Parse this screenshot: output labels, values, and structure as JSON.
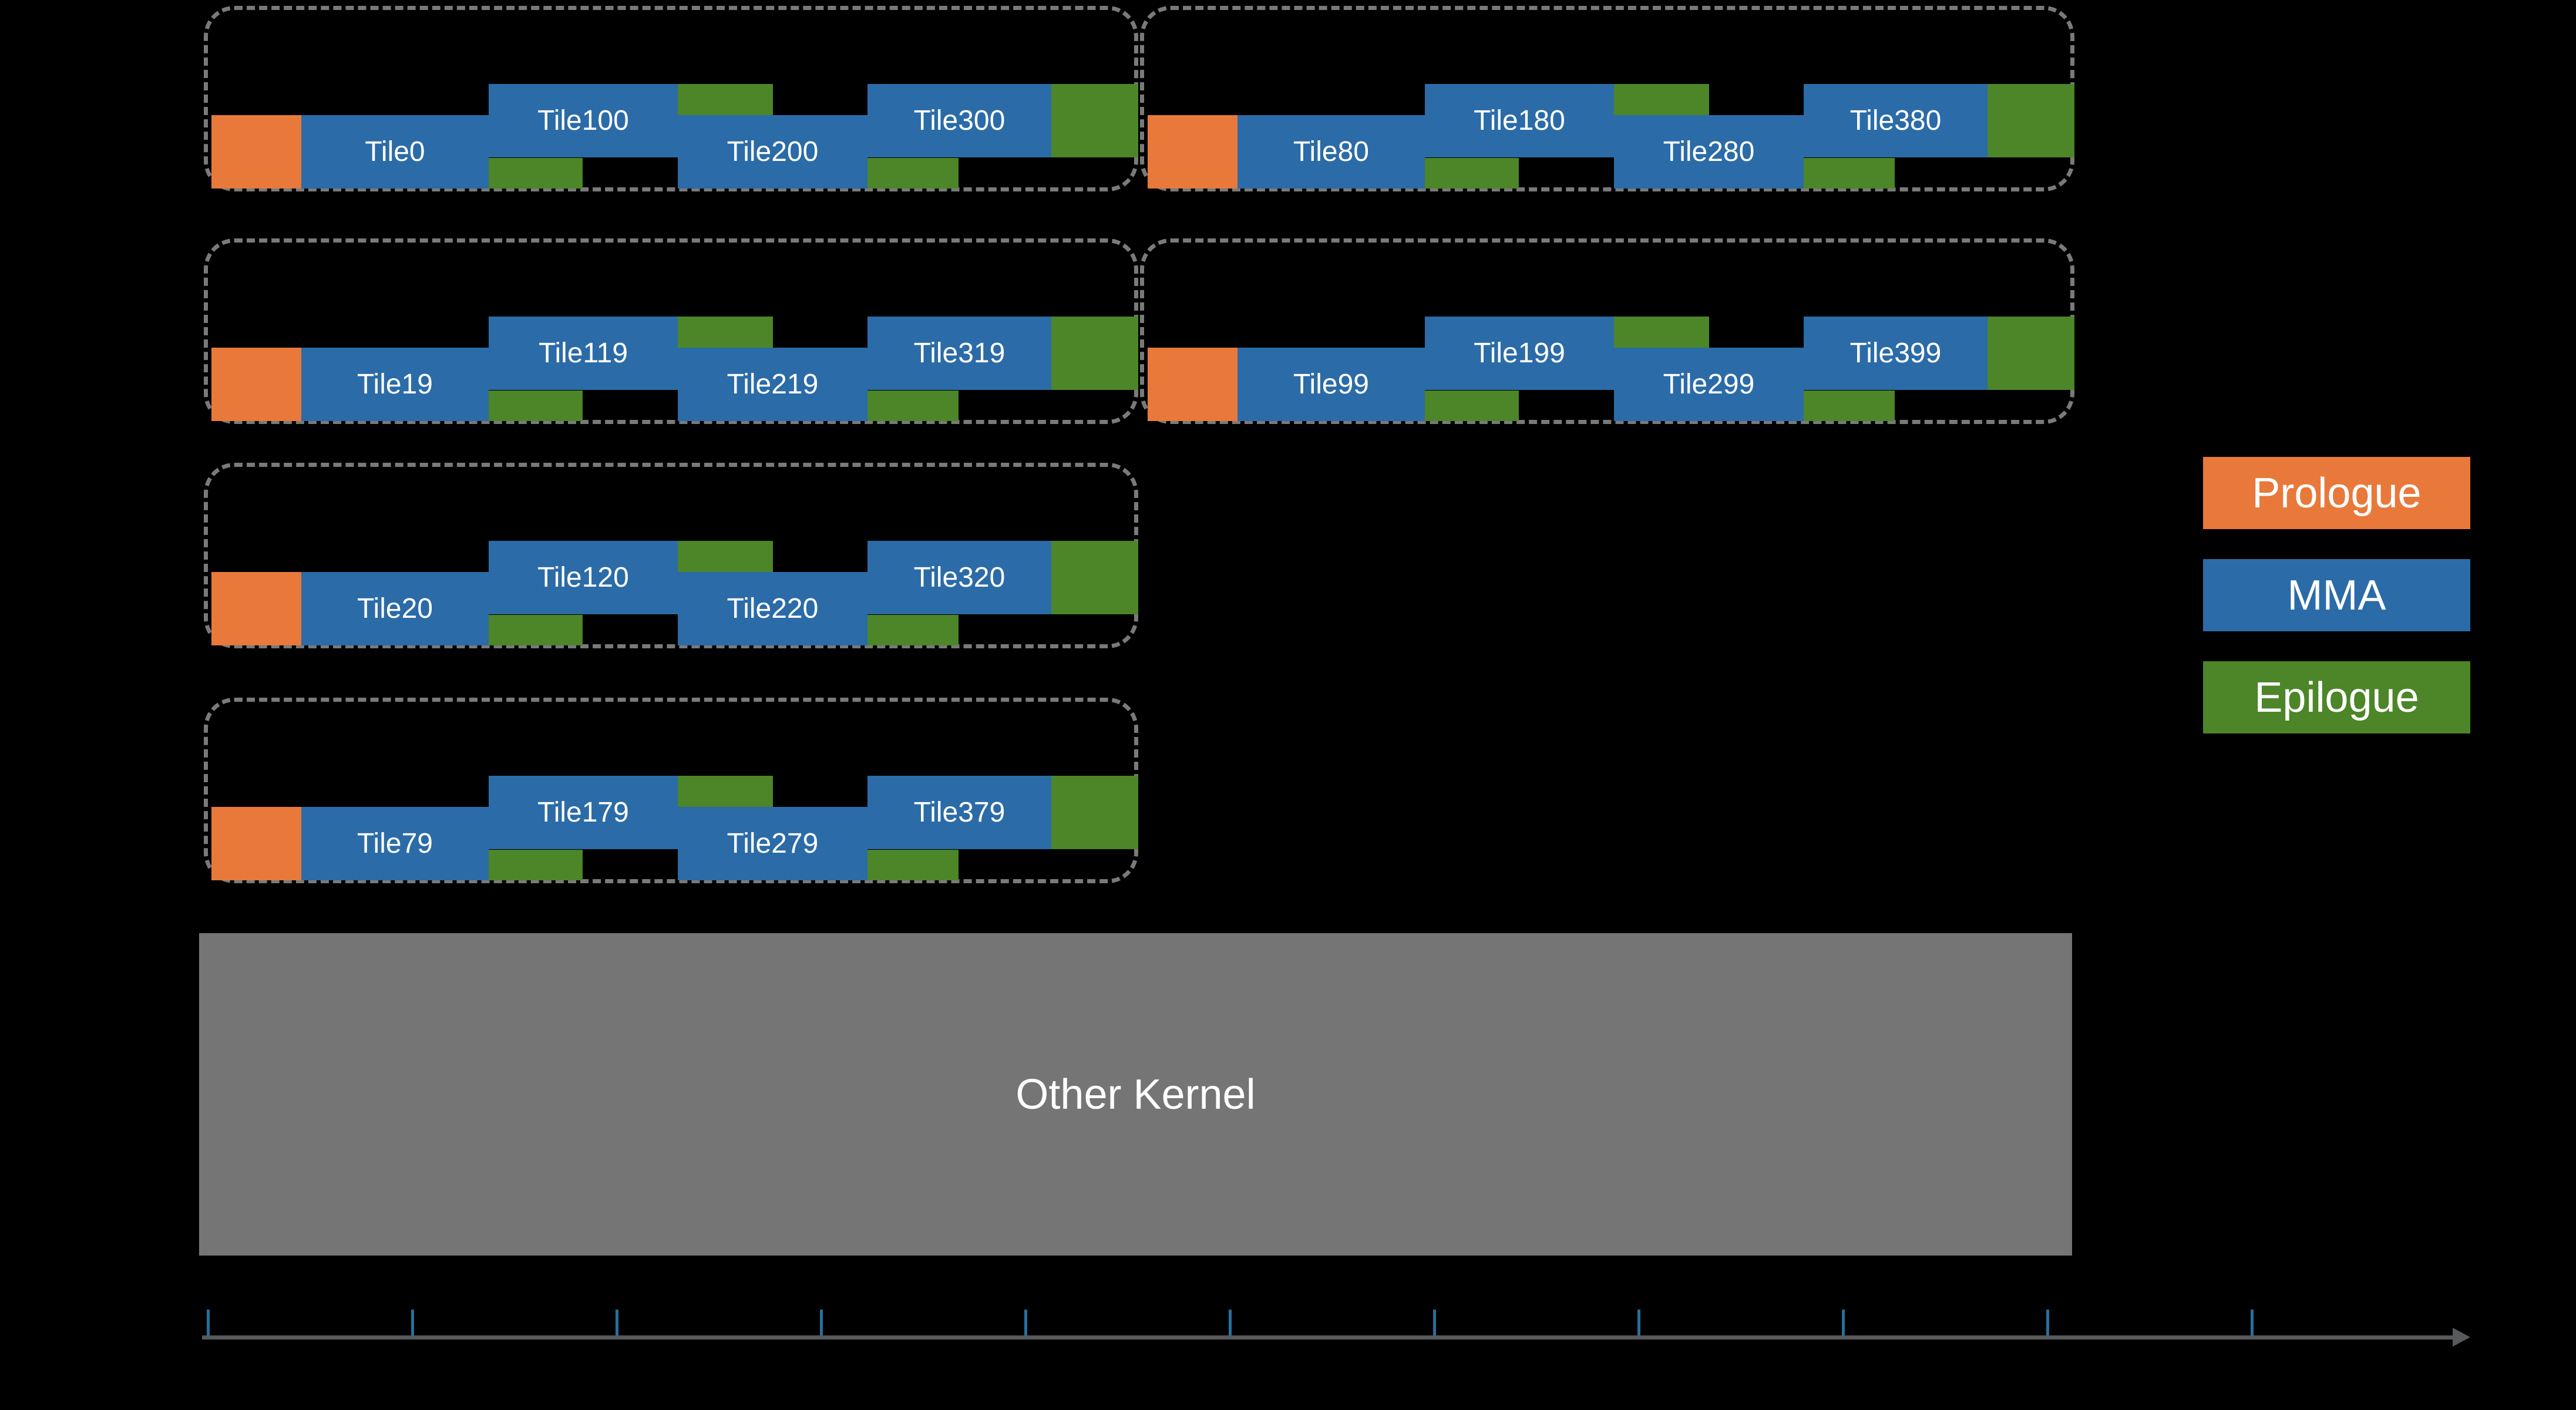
{
  "colors": {
    "background": "#000000",
    "prologue": "#E8793B",
    "mma": "#2B6BA8",
    "epilogue": "#4C8628",
    "other_kernel": "#757575",
    "group_border": "#7A7A7A",
    "axis": "#58595B",
    "tick": "#24709D",
    "text": "#FFFFFF"
  },
  "groups": [
    {
      "tiles": [
        "Tile0",
        "Tile100",
        "Tile200",
        "Tile300"
      ]
    },
    {
      "tiles": [
        "Tile80",
        "Tile180",
        "Tile280",
        "Tile380"
      ]
    },
    {
      "tiles": [
        "Tile19",
        "Tile119",
        "Tile219",
        "Tile319"
      ]
    },
    {
      "tiles": [
        "Tile99",
        "Tile199",
        "Tile299",
        "Tile399"
      ]
    },
    {
      "tiles": [
        "Tile20",
        "Tile120",
        "Tile220",
        "Tile320"
      ]
    },
    {
      "tiles": [
        "Tile79",
        "Tile179",
        "Tile279",
        "Tile379"
      ]
    }
  ],
  "legend": {
    "items": [
      {
        "label": "Prologue",
        "color": "#E8793B",
        "key": "prologue"
      },
      {
        "label": "MMA",
        "color": "#2B6BA8",
        "key": "mma"
      },
      {
        "label": "Epilogue",
        "color": "#4C8628",
        "key": "epilogue"
      }
    ]
  },
  "other_kernel": {
    "label": "Other Kernel"
  },
  "timeline": {
    "tick_count": 11
  }
}
